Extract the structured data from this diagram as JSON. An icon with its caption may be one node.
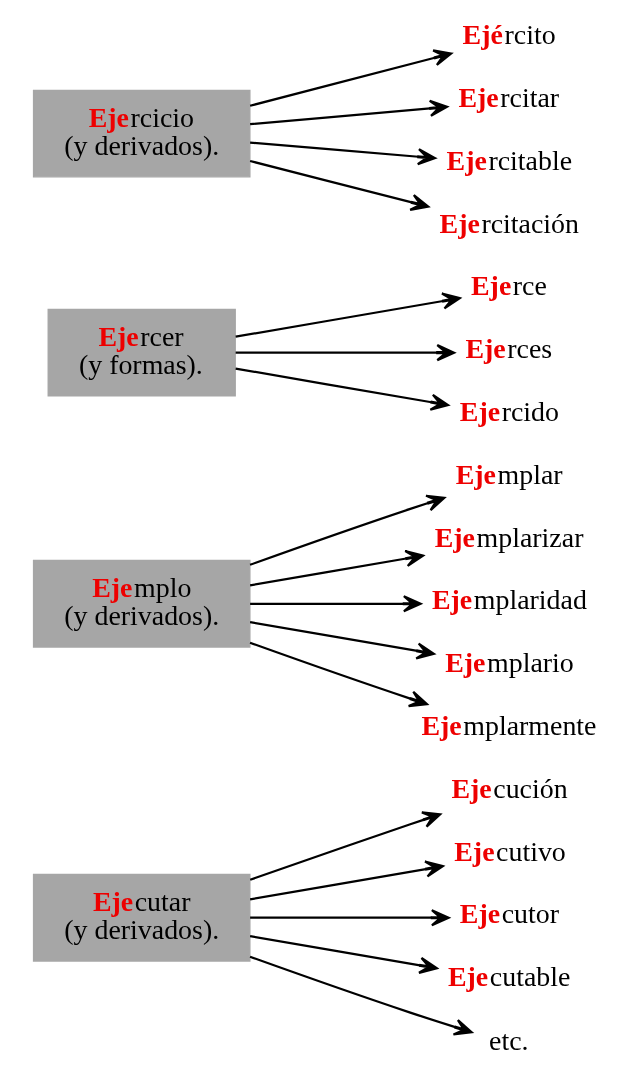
{
  "diagram": {
    "nodes": [
      {
        "text": [
          "**Eje**cutar",
          "(y derivados)."
        ]
      },
      {
        "text": [
          "**Eje**cución"
        ]
      },
      {
        "text": [
          "**Eje**cutivo"
        ]
      },
      {
        "text": [
          "**Eje**cutor"
        ]
      },
      {
        "text": [
          "**Eje**cutable"
        ]
      },
      {
        "text": [
          "etc."
        ]
      },
      {
        "text": [
          "**Eje**mplo",
          "(y derivados)."
        ]
      },
      {
        "text": [
          "**Eje**mplar"
        ]
      },
      {
        "text": [
          "**Eje**mplarizar"
        ]
      },
      {
        "text": [
          "**Eje**mplaridad"
        ]
      },
      {
        "text": [
          "**Eje**mplario"
        ]
      },
      {
        "text": [
          "**Eje**mplarmente"
        ]
      },
      {
        "text": [
          "**Eje**rcer",
          "(y formas)."
        ]
      },
      {
        "text": [
          "**Eje**rce"
        ]
      },
      {
        "text": [
          "**Eje**rces"
        ]
      },
      {
        "text": [
          "**Eje**rcido"
        ]
      },
      {
        "text": [
          "**Eje**rcicio",
          "(y derivados)."
        ]
      },
      {
        "text": [
          "**Ejé**rcito"
        ]
      },
      {
        "text": [
          "**Eje**rcitar"
        ]
      },
      {
        "text": [
          "**Eje**rcitable"
        ]
      },
      {
        "text": [
          "**Eje**rcitación"
        ]
      }
    ],
    "edges": [
      {
        "from": 0,
        "to": 1,
        "arrow": "to"
      },
      {
        "from": 0,
        "to": 2,
        "arrow": "to"
      },
      {
        "from": 0,
        "to": 3,
        "arrow": "to"
      },
      {
        "from": 0,
        "to": 4,
        "arrow": "to"
      },
      {
        "from": 0,
        "to": 5,
        "arrow": "to"
      },
      {
        "from": 6,
        "to": 7,
        "arrow": "to"
      },
      {
        "from": 6,
        "to": 8,
        "arrow": "to"
      },
      {
        "from": 6,
        "to": 9,
        "arrow": "to"
      },
      {
        "from": 6,
        "to": 10,
        "arrow": "to"
      },
      {
        "from": 6,
        "to": 11,
        "arrow": "to"
      },
      {
        "from": 12,
        "to": 13,
        "arrow": "to"
      },
      {
        "from": 12,
        "to": 14,
        "arrow": "to"
      },
      {
        "from": 12,
        "to": 15,
        "arrow": "to"
      },
      {
        "from": 16,
        "to": 17,
        "arrow": "to"
      },
      {
        "from": 16,
        "to": 18,
        "arrow": "to"
      },
      {
        "from": 16,
        "to": 19,
        "arrow": "to"
      },
      {
        "from": 16,
        "to": 20,
        "arrow": "to"
      }
    ]
  }
}
